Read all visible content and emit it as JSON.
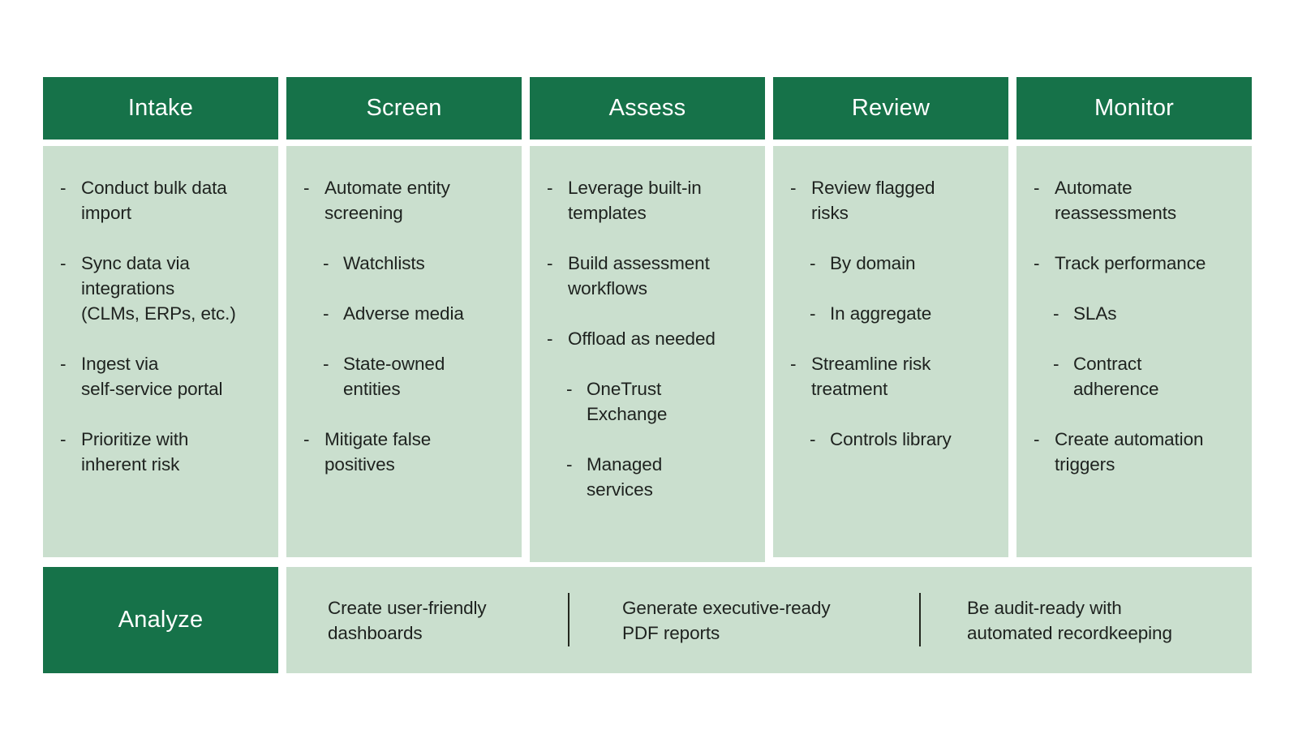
{
  "colors": {
    "header_bg": "#167249",
    "panel_bg": "#CADFCE",
    "header_text": "#FFFFFF",
    "body_text": "#1E221F",
    "divider": "#23271F",
    "page_bg": "#FFFFFF"
  },
  "bullet": {
    "dash": "-"
  },
  "columns": [
    {
      "title": "Intake",
      "items": [
        {
          "level": 1,
          "text": "Conduct bulk data\nimport"
        },
        {
          "level": 1,
          "text": "Sync data via\nintegrations\n(CLMs, ERPs, etc.)"
        },
        {
          "level": 1,
          "text": "Ingest via\nself-service portal"
        },
        {
          "level": 1,
          "text": "Prioritize with\ninherent risk"
        }
      ]
    },
    {
      "title": "Screen",
      "items": [
        {
          "level": 1,
          "text": "Automate entity\nscreening"
        },
        {
          "level": 2,
          "text": "Watchlists"
        },
        {
          "level": 2,
          "text": "Adverse media"
        },
        {
          "level": 2,
          "text": "State-owned\nentities"
        },
        {
          "level": 1,
          "text": "Mitigate false\npositives"
        }
      ]
    },
    {
      "title": "Assess",
      "items": [
        {
          "level": 1,
          "text": "Leverage built-in\ntemplates"
        },
        {
          "level": 1,
          "text": "Build assessment\nworkflows"
        },
        {
          "level": 1,
          "text": "Offload as needed"
        },
        {
          "level": 2,
          "text": "OneTrust\nExchange"
        },
        {
          "level": 2,
          "text": "Managed\nservices"
        }
      ]
    },
    {
      "title": "Review",
      "items": [
        {
          "level": 1,
          "text": "Review flagged\nrisks"
        },
        {
          "level": 2,
          "text": "By domain"
        },
        {
          "level": 2,
          "text": "In aggregate"
        },
        {
          "level": 1,
          "text": "Streamline risk\ntreatment"
        },
        {
          "level": 2,
          "text": "Controls library"
        }
      ]
    },
    {
      "title": "Monitor",
      "items": [
        {
          "level": 1,
          "text": "Automate\nreassessments"
        },
        {
          "level": 1,
          "text": "Track performance"
        },
        {
          "level": 2,
          "text": "SLAs"
        },
        {
          "level": 2,
          "text": "Contract\nadherence"
        },
        {
          "level": 1,
          "text": "Create automation\ntriggers"
        }
      ]
    }
  ],
  "bottom": {
    "title": "Analyze",
    "cells": [
      {
        "text": "Create user-friendly\ndashboards"
      },
      {
        "text": "Generate executive-ready\nPDF reports"
      },
      {
        "text": "Be audit-ready with\nautomated recordkeeping"
      }
    ]
  }
}
